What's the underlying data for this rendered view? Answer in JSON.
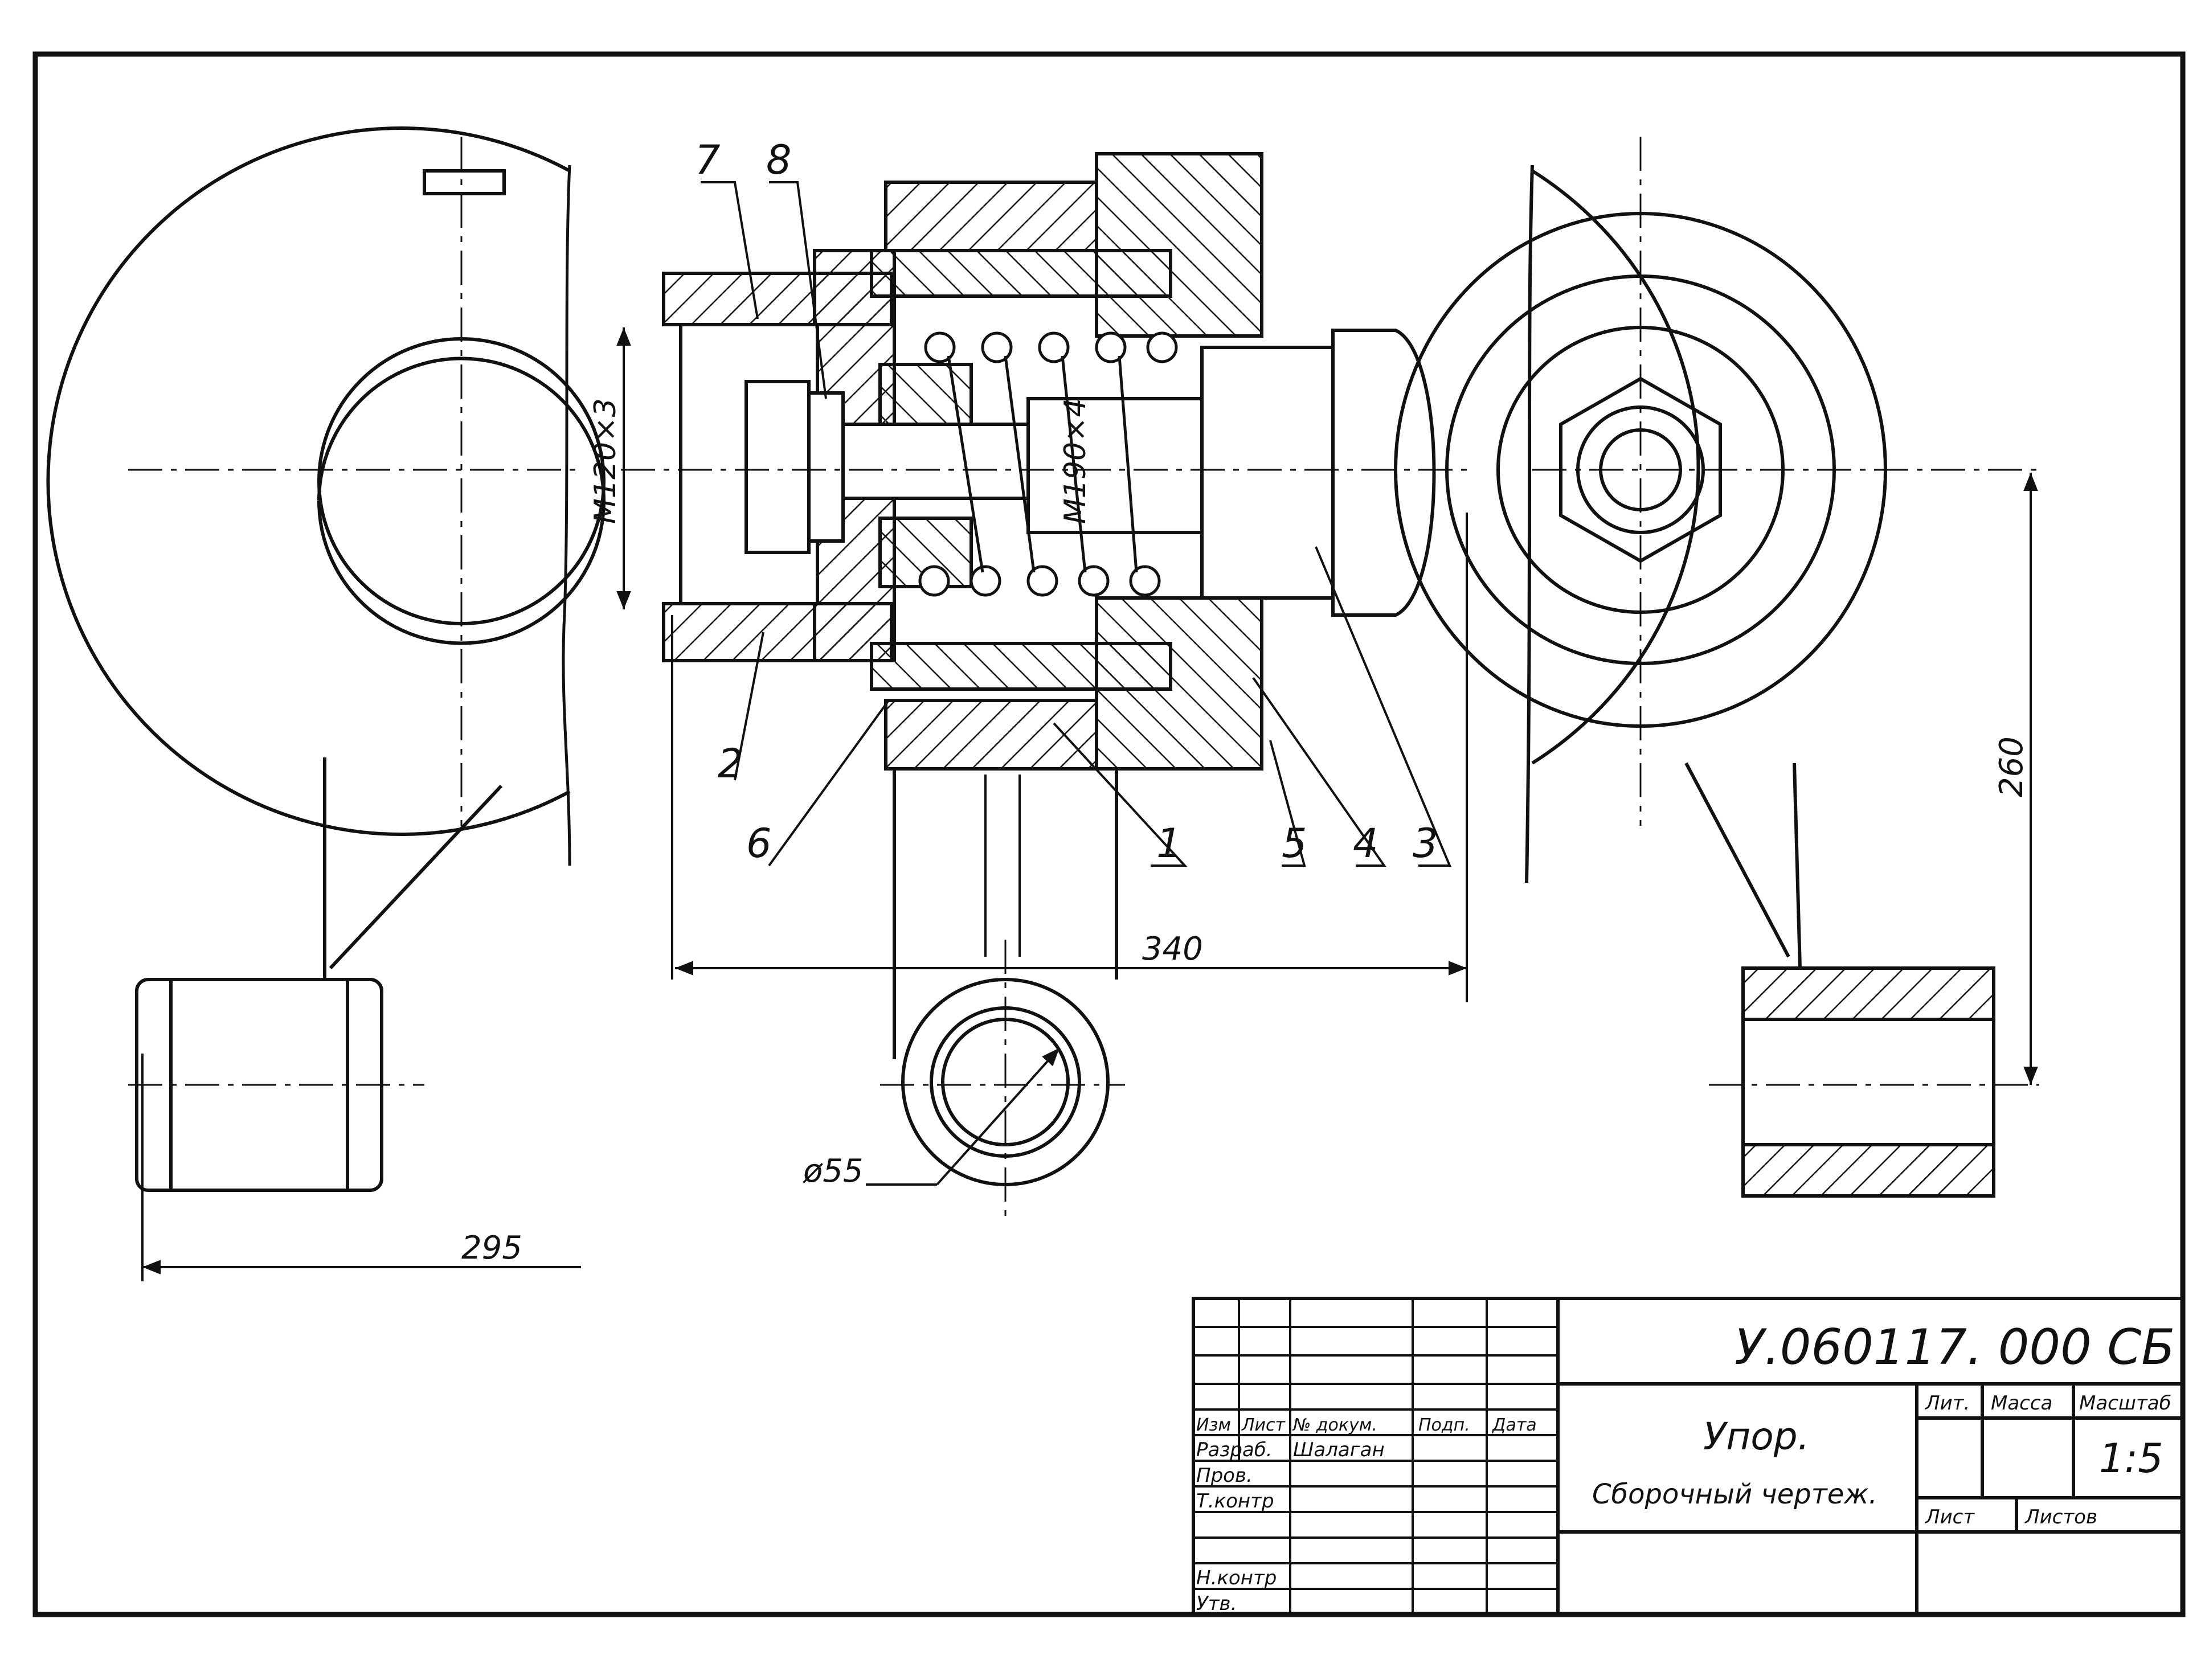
{
  "colors": {
    "ink": "#111111",
    "paper": "#ffffff"
  },
  "callouts": [
    "7",
    "8",
    "2",
    "6",
    "1",
    "5",
    "4",
    "3"
  ],
  "dimensions": {
    "thread_small": "M120×3",
    "thread_large": "M190×4",
    "width_340": "340",
    "width_295": "295",
    "height_260": "260",
    "diameter_55": "ø55"
  },
  "title_block": {
    "designation": "У.060117. 000 СБ",
    "name": "Упор.",
    "doc_type": "Сборочный чертеж.",
    "headers": {
      "change": "Изм",
      "sheet": "Лист",
      "doc_number": "№ докум.",
      "sign": "Подп.",
      "date": "Дата"
    },
    "roles": {
      "developer": "Разраб.",
      "checker": "Пров.",
      "tech_control": "Т.контр",
      "norm_control": "Н.контр",
      "approved": "Утв."
    },
    "developer_name": "Шалаган",
    "letter_label": "Лит.",
    "mass_label": "Масса",
    "scale_label": "Масштаб",
    "scale_value": "1:5",
    "sheet_label": "Лист",
    "sheets_label": "Листов"
  }
}
